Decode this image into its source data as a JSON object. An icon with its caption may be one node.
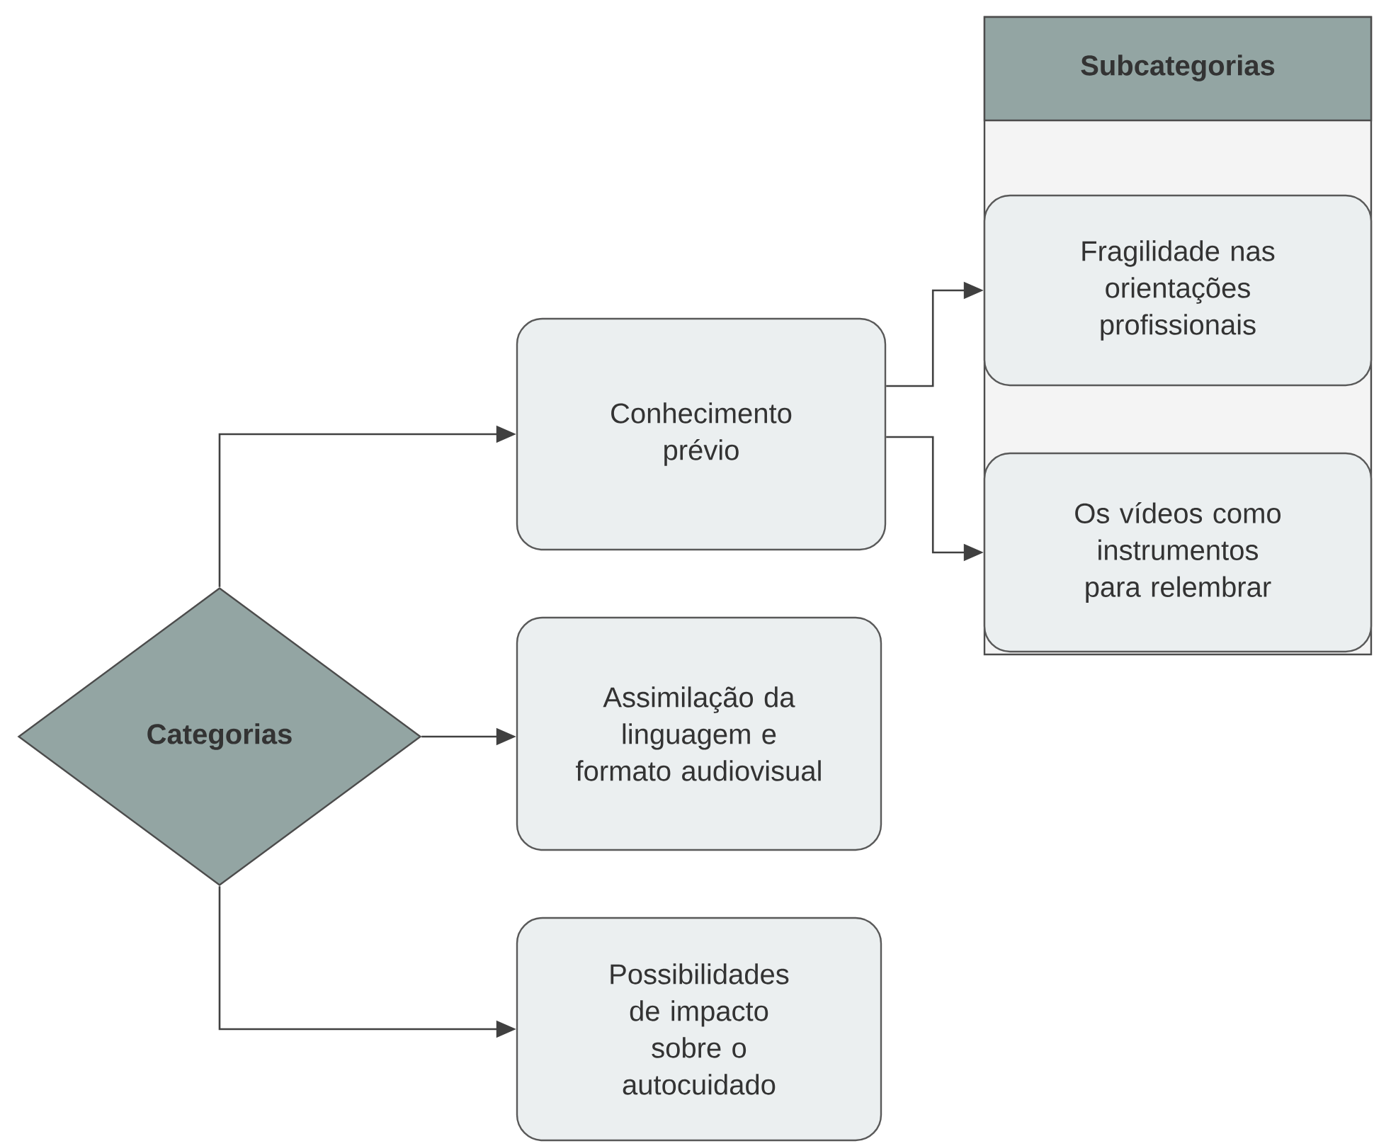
{
  "diagram": {
    "nodes": [
      {
        "text": [
          "Categorias"
        ]
      },
      {
        "text": [
          "Conhecimento prévio"
        ]
      },
      {
        "text": [
          "Assimilação da linguagem e formato audiovisual"
        ]
      },
      {
        "text": [
          "Possibilidades de impacto sobre o autocuidado"
        ]
      },
      {
        "text": [
          "Subcategorias"
        ]
      },
      {
        "text": [
          "Fragilidade nas orientações profissionais"
        ],
        "in": 4
      },
      {
        "text": [
          "Os vídeos como instrumentos para relembrar"
        ],
        "in": 4
      }
    ],
    "edges": [
      {
        "from": 0,
        "to": 1,
        "arrow": "to"
      },
      {
        "from": 0,
        "to": 2,
        "arrow": "to"
      },
      {
        "from": 0,
        "to": 3,
        "arrow": "to"
      },
      {
        "from": 1,
        "to": 5,
        "arrow": "to"
      },
      {
        "from": 1,
        "to": 6,
        "arrow": "to"
      }
    ]
  }
}
